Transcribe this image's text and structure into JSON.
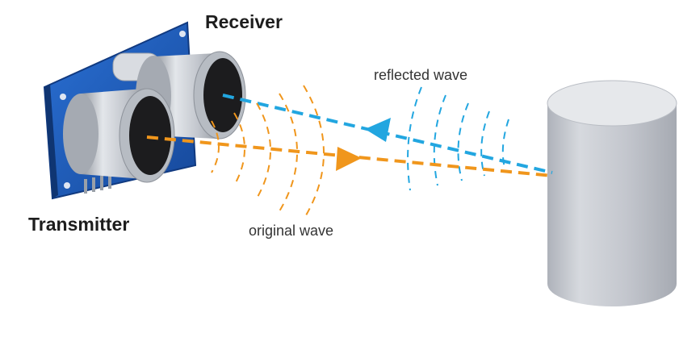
{
  "labels": {
    "receiver": "Receiver",
    "transmitter": "Transmitter",
    "reflected": "reflected wave",
    "original": "original wave"
  },
  "colors": {
    "background": "#ffffff",
    "board": "#1f5fbd",
    "can_metal": "#c9cdd4",
    "can_dark": "#1c1c1e",
    "cylinder": "#c8cbd2",
    "original_wave": "#f0961c",
    "reflected_wave": "#22a6e0"
  },
  "icons": {
    "sensor": "ultrasonic-sensor",
    "object": "cylinder-object"
  }
}
